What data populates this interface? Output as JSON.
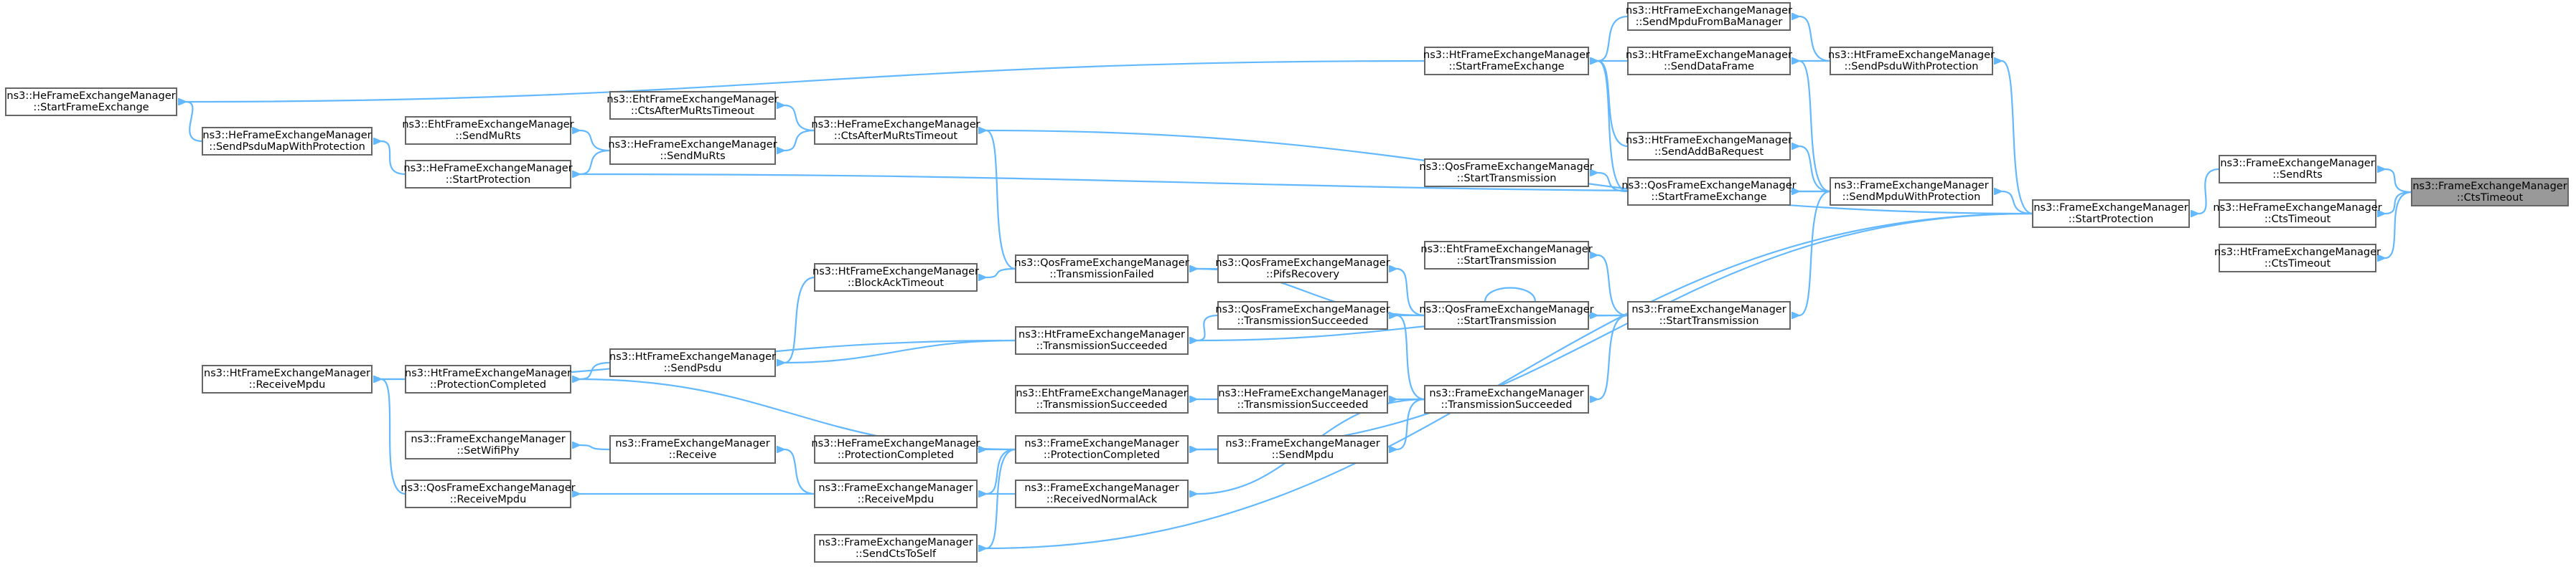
{
  "graph": {
    "nodes": [
      {
        "id": "cts_timeout",
        "lines": [
          "ns3::FrameExchangeManager",
          "::CtsTimeout"
        ],
        "root": true
      },
      {
        "id": "fem_send_rts",
        "lines": [
          "ns3::FrameExchangeManager",
          "::SendRts"
        ]
      },
      {
        "id": "he_cts_timeout",
        "lines": [
          "ns3::HeFrameExchangeManager",
          "::CtsTimeout"
        ]
      },
      {
        "id": "ht_cts_timeout",
        "lines": [
          "ns3::HtFrameExchangeManager",
          "::CtsTimeout"
        ]
      },
      {
        "id": "fem_start_protection",
        "lines": [
          "ns3::FrameExchangeManager",
          "::StartProtection"
        ]
      },
      {
        "id": "ht_send_psdu_with_protection",
        "lines": [
          "ns3::HtFrameExchangeManager",
          "::SendPsduWithProtection"
        ]
      },
      {
        "id": "fem_send_mpdu_with_protection",
        "lines": [
          "ns3::FrameExchangeManager",
          "::SendMpduWithProtection"
        ]
      },
      {
        "id": "ht_send_mpdu_from_ba_manager",
        "lines": [
          "ns3::HtFrameExchangeManager",
          "::SendMpduFromBaManager"
        ]
      },
      {
        "id": "ht_send_data_frame",
        "lines": [
          "ns3::HtFrameExchangeManager",
          "::SendDataFrame"
        ]
      },
      {
        "id": "ht_send_add_ba_request",
        "lines": [
          "ns3::HtFrameExchangeManager",
          "::SendAddBaRequest"
        ]
      },
      {
        "id": "qos_start_frame_exchange",
        "lines": [
          "ns3::QosFrameExchangeManager",
          "::StartFrameExchange"
        ]
      },
      {
        "id": "qos_start_transmission_a",
        "lines": [
          "ns3::QosFrameExchangeManager",
          "::StartTransmission"
        ]
      },
      {
        "id": "ht_start_frame_exchange",
        "lines": [
          "ns3::HtFrameExchangeManager",
          "::StartFrameExchange"
        ]
      },
      {
        "id": "he_start_frame_exchange",
        "lines": [
          "ns3::HeFrameExchangeManager",
          "::StartFrameExchange"
        ]
      },
      {
        "id": "fem_start_transmission",
        "lines": [
          "ns3::FrameExchangeManager",
          "::StartTransmission"
        ]
      },
      {
        "id": "eht_start_transmission",
        "lines": [
          "ns3::EhtFrameExchangeManager",
          "::StartTransmission"
        ]
      },
      {
        "id": "qos_start_transmission_b",
        "lines": [
          "ns3::QosFrameExchangeManager",
          "::StartTransmission"
        ]
      },
      {
        "id": "qos_pifs_recovery",
        "lines": [
          "ns3::QosFrameExchangeManager",
          "::PifsRecovery"
        ]
      },
      {
        "id": "qos_transmission_failed",
        "lines": [
          "ns3::QosFrameExchangeManager",
          "::TransmissionFailed"
        ]
      },
      {
        "id": "qos_transmission_succeeded",
        "lines": [
          "ns3::QosFrameExchangeManager",
          "::TransmissionSucceeded"
        ]
      },
      {
        "id": "fem_transmission_succeeded",
        "lines": [
          "ns3::FrameExchangeManager",
          "::TransmissionSucceeded"
        ]
      },
      {
        "id": "he_transmission_succeeded",
        "lines": [
          "ns3::HeFrameExchangeManager",
          "::TransmissionSucceeded"
        ]
      },
      {
        "id": "eht_transmission_succeeded",
        "lines": [
          "ns3::EhtFrameExchangeManager",
          "::TransmissionSucceeded"
        ]
      },
      {
        "id": "fem_send_mpdu",
        "lines": [
          "ns3::FrameExchangeManager",
          "::SendMpdu"
        ]
      },
      {
        "id": "fem_protection_completed",
        "lines": [
          "ns3::FrameExchangeManager",
          "::ProtectionCompleted"
        ]
      },
      {
        "id": "he_protection_completed",
        "lines": [
          "ns3::HeFrameExchangeManager",
          "::ProtectionCompleted"
        ]
      },
      {
        "id": "fem_receive_mpdu",
        "lines": [
          "ns3::FrameExchangeManager",
          "::ReceiveMpdu"
        ]
      },
      {
        "id": "fem_received_normal_ack",
        "lines": [
          "ns3::FrameExchangeManager",
          "::ReceivedNormalAck"
        ]
      },
      {
        "id": "fem_send_cts_to_self",
        "lines": [
          "ns3::FrameExchangeManager",
          "::SendCtsToSelf"
        ]
      },
      {
        "id": "he_cts_after_mu_rts_timeout",
        "lines": [
          "ns3::HeFrameExchangeManager",
          "::CtsAfterMuRtsTimeout"
        ]
      },
      {
        "id": "eht_cts_after_mu_rts_timeout",
        "lines": [
          "ns3::EhtFrameExchangeManager",
          "::CtsAfterMuRtsTimeout"
        ]
      },
      {
        "id": "he_send_mu_rts",
        "lines": [
          "ns3::HeFrameExchangeManager",
          "::SendMuRts"
        ]
      },
      {
        "id": "eht_send_mu_rts",
        "lines": [
          "ns3::EhtFrameExchangeManager",
          "::SendMuRts"
        ]
      },
      {
        "id": "he_send_psdu_map_with_protection",
        "lines": [
          "ns3::HeFrameExchangeManager",
          "::SendPsduMapWithProtection"
        ]
      },
      {
        "id": "he_start_protection",
        "lines": [
          "ns3::HeFrameExchangeManager",
          "::StartProtection"
        ]
      },
      {
        "id": "ht_block_ack_timeout",
        "lines": [
          "ns3::HtFrameExchangeManager",
          "::BlockAckTimeout"
        ]
      },
      {
        "id": "ht_transmission_succeeded",
        "lines": [
          "ns3::HtFrameExchangeManager",
          "::TransmissionSucceeded"
        ]
      },
      {
        "id": "ht_send_psdu",
        "lines": [
          "ns3::HtFrameExchangeManager",
          "::SendPsdu"
        ]
      },
      {
        "id": "ht_protection_completed",
        "lines": [
          "ns3::HtFrameExchangeManager",
          "::ProtectionCompleted"
        ]
      },
      {
        "id": "ht_receive_mpdu",
        "lines": [
          "ns3::HtFrameExchangeManager",
          "::ReceiveMpdu"
        ]
      },
      {
        "id": "fem_set_wifi_phy",
        "lines": [
          "ns3::FrameExchangeManager",
          "::SetWifiPhy"
        ]
      },
      {
        "id": "fem_receive",
        "lines": [
          "ns3::FrameExchangeManager",
          "::Receive"
        ]
      },
      {
        "id": "qos_receive_mpdu",
        "lines": [
          "ns3::QosFrameExchangeManager",
          "::ReceiveMpdu"
        ]
      }
    ],
    "edges": [
      {
        "from": "cts_timeout",
        "to": "fem_send_rts"
      },
      {
        "from": "cts_timeout",
        "to": "he_cts_timeout"
      },
      {
        "from": "cts_timeout",
        "to": "ht_cts_timeout"
      },
      {
        "from": "fem_send_rts",
        "to": "fem_start_protection"
      },
      {
        "from": "fem_start_protection",
        "to": "ht_send_psdu_with_protection"
      },
      {
        "from": "fem_start_protection",
        "to": "fem_send_mpdu_with_protection"
      },
      {
        "from": "fem_start_protection",
        "to": "he_cts_after_mu_rts_timeout"
      },
      {
        "from": "fem_start_protection",
        "to": "fem_protection_completed"
      },
      {
        "from": "fem_start_protection",
        "to": "fem_send_cts_to_self"
      },
      {
        "from": "ht_send_psdu_with_protection",
        "to": "ht_send_mpdu_from_ba_manager"
      },
      {
        "from": "ht_send_psdu_with_protection",
        "to": "ht_send_data_frame"
      },
      {
        "from": "fem_send_mpdu_with_protection",
        "to": "ht_send_data_frame"
      },
      {
        "from": "fem_send_mpdu_with_protection",
        "to": "ht_send_add_ba_request"
      },
      {
        "from": "fem_send_mpdu_with_protection",
        "to": "qos_start_frame_exchange"
      },
      {
        "from": "fem_send_mpdu_with_protection",
        "to": "fem_start_transmission"
      },
      {
        "from": "fem_send_mpdu_with_protection",
        "to": "he_start_protection"
      },
      {
        "from": "ht_send_mpdu_from_ba_manager",
        "to": "ht_start_frame_exchange"
      },
      {
        "from": "ht_send_data_frame",
        "to": "ht_start_frame_exchange"
      },
      {
        "from": "ht_send_add_ba_request",
        "to": "ht_start_frame_exchange"
      },
      {
        "from": "qos_start_frame_exchange",
        "to": "qos_start_transmission_a"
      },
      {
        "from": "qos_start_frame_exchange",
        "to": "ht_start_frame_exchange"
      },
      {
        "from": "ht_start_frame_exchange",
        "to": "he_start_frame_exchange"
      },
      {
        "from": "fem_start_transmission",
        "to": "eht_start_transmission"
      },
      {
        "from": "fem_start_transmission",
        "to": "qos_start_transmission_b"
      },
      {
        "from": "fem_start_transmission",
        "to": "ht_transmission_succeeded"
      },
      {
        "from": "fem_start_transmission",
        "to": "fem_transmission_succeeded"
      },
      {
        "from": "qos_start_transmission_b",
        "to": "qos_start_transmission_b"
      },
      {
        "from": "qos_start_transmission_b",
        "to": "qos_pifs_recovery"
      },
      {
        "from": "qos_start_transmission_b",
        "to": "qos_transmission_failed"
      },
      {
        "from": "qos_start_transmission_b",
        "to": "qos_transmission_succeeded"
      },
      {
        "from": "fem_transmission_succeeded",
        "to": "qos_transmission_succeeded"
      },
      {
        "from": "fem_transmission_succeeded",
        "to": "he_transmission_succeeded"
      },
      {
        "from": "fem_transmission_succeeded",
        "to": "fem_send_mpdu"
      },
      {
        "from": "fem_transmission_succeeded",
        "to": "fem_received_normal_ack"
      },
      {
        "from": "qos_pifs_recovery",
        "to": "qos_transmission_failed"
      },
      {
        "from": "qos_transmission_failed",
        "to": "ht_block_ack_timeout"
      },
      {
        "from": "qos_transmission_failed",
        "to": "he_cts_after_mu_rts_timeout"
      },
      {
        "from": "qos_transmission_succeeded",
        "to": "ht_transmission_succeeded"
      },
      {
        "from": "he_transmission_succeeded",
        "to": "eht_transmission_succeeded"
      },
      {
        "from": "fem_send_mpdu",
        "to": "fem_protection_completed"
      },
      {
        "from": "fem_protection_completed",
        "to": "he_protection_completed"
      },
      {
        "from": "fem_protection_completed",
        "to": "ht_protection_completed"
      },
      {
        "from": "fem_protection_completed",
        "to": "fem_receive_mpdu"
      },
      {
        "from": "fem_protection_completed",
        "to": "fem_send_cts_to_self"
      },
      {
        "from": "fem_received_normal_ack",
        "to": "fem_receive_mpdu"
      },
      {
        "from": "fem_receive_mpdu",
        "to": "fem_receive"
      },
      {
        "from": "fem_receive_mpdu",
        "to": "qos_receive_mpdu"
      },
      {
        "from": "fem_receive",
        "to": "fem_set_wifi_phy"
      },
      {
        "from": "he_cts_after_mu_rts_timeout",
        "to": "eht_cts_after_mu_rts_timeout"
      },
      {
        "from": "he_cts_after_mu_rts_timeout",
        "to": "he_send_mu_rts"
      },
      {
        "from": "he_send_mu_rts",
        "to": "eht_send_mu_rts"
      },
      {
        "from": "he_send_mu_rts",
        "to": "he_start_protection"
      },
      {
        "from": "he_start_protection",
        "to": "he_send_psdu_map_with_protection"
      },
      {
        "from": "he_send_psdu_map_with_protection",
        "to": "he_start_frame_exchange"
      },
      {
        "from": "ht_block_ack_timeout",
        "to": "ht_send_psdu"
      },
      {
        "from": "ht_transmission_succeeded",
        "to": "ht_send_psdu"
      },
      {
        "from": "ht_transmission_succeeded",
        "to": "ht_receive_mpdu"
      },
      {
        "from": "ht_send_psdu",
        "to": "ht_protection_completed"
      },
      {
        "from": "ht_protection_completed",
        "to": "ht_receive_mpdu"
      },
      {
        "from": "qos_receive_mpdu",
        "to": "ht_receive_mpdu"
      }
    ]
  }
}
